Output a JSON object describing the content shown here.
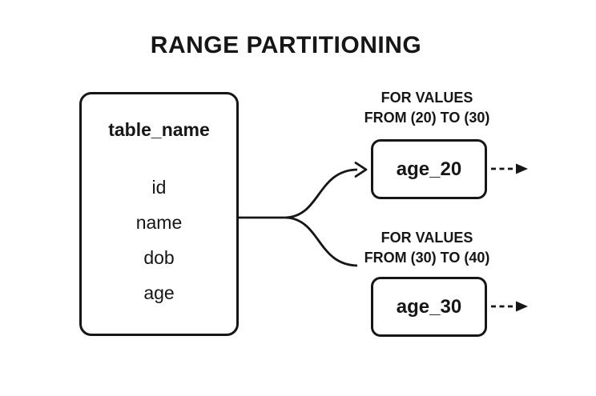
{
  "title": "RANGE PARTITIONING",
  "colors": {
    "ink": "#161616",
    "background": "#ffffff"
  },
  "table": {
    "name": "table_name",
    "fields": [
      "id",
      "name",
      "dob",
      "age"
    ]
  },
  "partitions": [
    {
      "condition_line1": "FOR VALUES",
      "condition_line2": "FROM (20) TO (30)",
      "name": "age_20"
    },
    {
      "condition_line1": "FOR VALUES",
      "condition_line2": "FROM (30) TO (40)",
      "name": "age_30"
    }
  ]
}
